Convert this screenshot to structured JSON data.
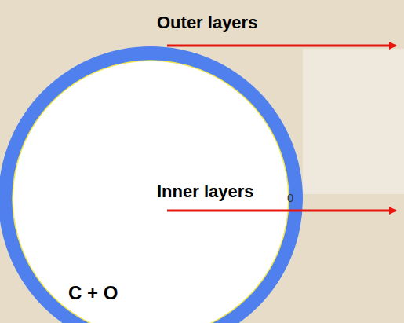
{
  "diagram": {
    "nodes": [
      {
        "text": [
          "C + O"
        ]
      }
    ],
    "labels": [
      "Outer layers",
      "Inner layers",
      "0"
    ]
  }
}
